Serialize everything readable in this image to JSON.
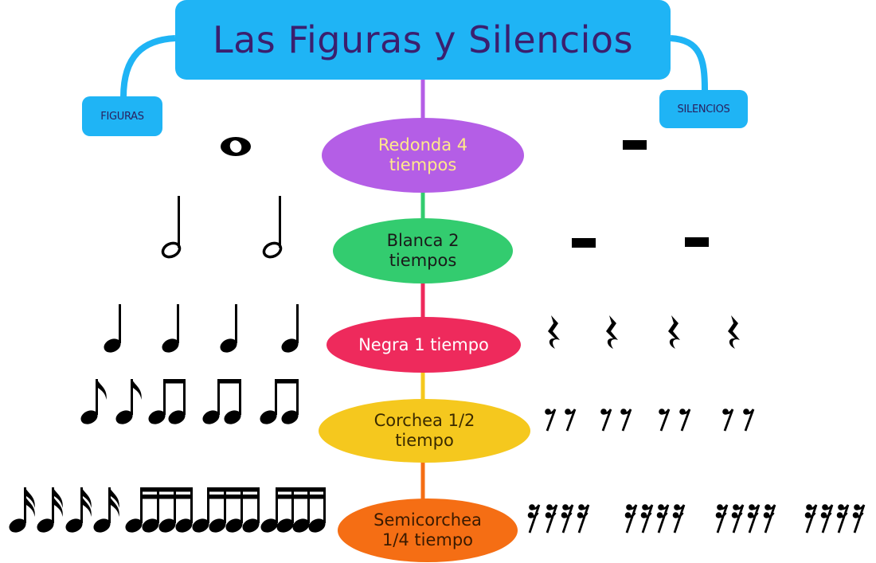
{
  "title": "Las Figuras y Silencios",
  "left_label": "FIGURAS",
  "right_label": "SILENCIOS",
  "nodes": [
    {
      "label": "Redonda 4 tiempos",
      "color": "#b45ee6",
      "text_color": "#ffe98a",
      "figure": "redonda",
      "figure_count": 1,
      "rest": "redonda-rest",
      "rest_groups": [
        1
      ]
    },
    {
      "label": "Blanca 2 tiempos",
      "color": "#33cc6f",
      "text_color": "#1a1a1a",
      "figure": "blanca",
      "figure_count": 2,
      "rest": "blanca-rest",
      "rest_groups": [
        1,
        1
      ]
    },
    {
      "label": "Negra 1 tiempo",
      "color": "#ee2a5c",
      "text_color": "#ffffff",
      "figure": "negra",
      "figure_count": 4,
      "rest": "negra-rest",
      "rest_groups": [
        1,
        1,
        1,
        1
      ]
    },
    {
      "label": "Corchea 1/2 tiempo",
      "color": "#f5c81e",
      "text_color": "#3a2a00",
      "figure": "corchea",
      "figure_count": 8,
      "rest": "corchea-rest",
      "rest_groups": [
        2,
        2,
        2,
        2
      ]
    },
    {
      "label": "Semicorchea 1/4 tiempo",
      "color": "#f56e14",
      "text_color": "#3a1a00",
      "figure": "semicorchea",
      "figure_count": 16,
      "rest": "semicorchea-rest",
      "rest_groups": [
        4,
        4,
        4,
        4
      ]
    }
  ],
  "connector_colors": [
    "#b45ee6",
    "#33cc6f",
    "#ee2a5c",
    "#f5c81e",
    "#f56e14"
  ],
  "accent": "#1fb4f5"
}
